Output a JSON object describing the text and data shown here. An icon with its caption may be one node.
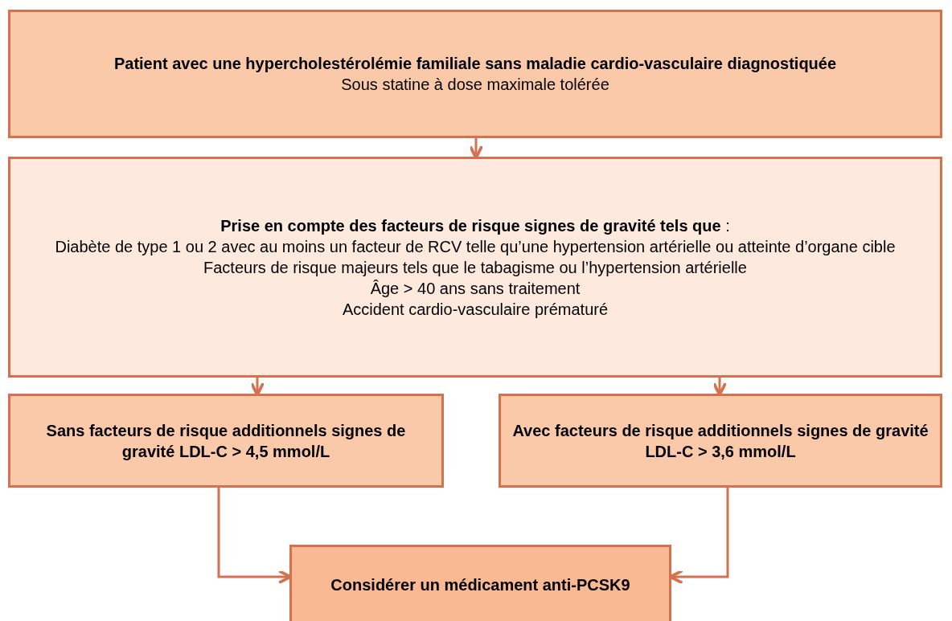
{
  "diagram": {
    "nodes": [
      {
        "text": [
          "Patient avec une hypercholestérolémie familiale sans maladie cardio-vasculaire diagnostiquée",
          "Sous statine à dose maximale tolérée"
        ]
      },
      {
        "text": [
          "**Prise en compte des facteurs de risque signes de gravité tels que** :",
          "Diabète de type 1 ou 2 avec au moins un facteur de RCV telle qu’une hypertension artérielle ou atteinte d’organe cible",
          "Facteurs de risque majeurs tels que le tabagisme ou l’hypertension artérielle",
          "Âge > 40 ans sans traitement",
          "Accident cardio-vasculaire prématuré"
        ]
      },
      {
        "text": [
          "Sans facteurs de risque additionnels signes de gravité LDL-C > 4,5 mmol/L"
        ]
      },
      {
        "text": [
          "Avec facteurs de risque additionnels signes de gravité LDL-C > 3,6 mmol/L"
        ]
      },
      {
        "text": [
          "Considérer un médicament anti-PCSK9"
        ]
      }
    ],
    "edges": [
      {
        "from": 0,
        "to": 1,
        "arrow": "to"
      },
      {
        "from": 1,
        "to": 2,
        "arrow": "to"
      },
      {
        "from": 1,
        "to": 3,
        "arrow": "to"
      },
      {
        "from": 2,
        "to": 4,
        "arrow": "to"
      },
      {
        "from": 3,
        "to": 4,
        "arrow": "to"
      }
    ]
  }
}
